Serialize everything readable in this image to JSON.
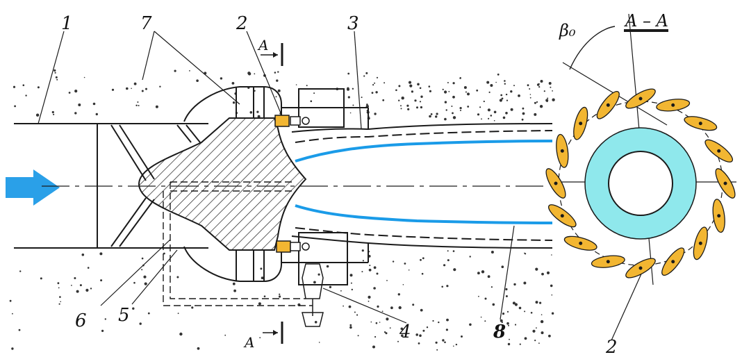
{
  "labels": {
    "l1": "1",
    "l2": "2",
    "l3": "3",
    "l4": "4",
    "l5": "5",
    "l6": "6",
    "l7": "7",
    "l8": "8",
    "l2b": "2"
  },
  "section": {
    "top": "A",
    "bottom": "A",
    "title": "A – A",
    "angle": "β₀"
  },
  "colors": {
    "flow_arrow": "#2aa0e8",
    "water_jet": "#1a9be8",
    "ring_fill": "#8fe8ec",
    "blade_fill": "#f2b632",
    "line": "#1a1a1a"
  },
  "blade_count": 16
}
